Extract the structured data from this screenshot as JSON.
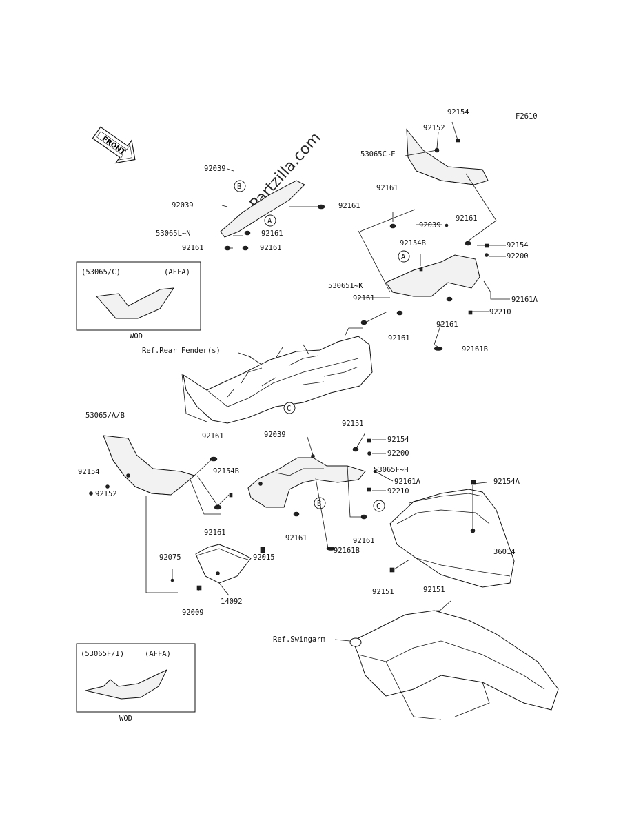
{
  "figure_code": "F2610",
  "watermark": "Partzilla.com",
  "front_arrow": "FRONT",
  "insets": [
    {
      "code": "(53065/C)",
      "variant": "(AFFA)",
      "caption": "WOD"
    },
    {
      "code": "(53065F/I)",
      "variant": "(AFFA)",
      "caption": "WOD"
    }
  ],
  "refs": {
    "rear_fender": "Ref.Rear Fender(s)",
    "swingarm": "Ref.Swingarm"
  },
  "callouts": {
    "A": "A",
    "B": "B",
    "C": "C"
  },
  "labels": {
    "l92154_top": "92154",
    "l92152_top": "92152",
    "l53065CE": "53065C~E",
    "l92039_a": "92039",
    "l92039_b": "92039",
    "l92161_a": "92161",
    "l53065LN": "53065L~N",
    "l92161_b": "92161",
    "l92161_c": "92161",
    "l92161_d": "92161",
    "l92161_e": "92161",
    "l92039_c": "92039",
    "l92161_f": "92161",
    "l92154B_a": "92154B",
    "l92154_r": "92154",
    "l92200_r": "92200",
    "l53065IK": "53065I~K",
    "l92161_g": "92161",
    "l92161A_r": "92161A",
    "l92210_r": "92210",
    "l92161_h": "92161",
    "l92161_i": "92161",
    "l92161B_r": "92161B",
    "l53065AB": "53065/A/B",
    "l92161_j": "92161",
    "l92039_d": "92039",
    "l92151_a": "92151",
    "l92154_m": "92154",
    "l92200_m": "92200",
    "l92154_l": "92154",
    "l92154B_b": "92154B",
    "l53065FH": "53065F~H",
    "l92161A_m": "92161A",
    "l92210_m": "92210",
    "l92152_l": "92152",
    "l92154A": "92154A",
    "l92161_k": "92161",
    "l92161_l": "92161",
    "l92161_m": "92161",
    "l92161B_m": "92161B",
    "l36014": "36014",
    "l92075": "92075",
    "l92015": "92015",
    "l92151_b": "92151",
    "l92151_c": "92151",
    "l92009": "92009",
    "l14092": "14092"
  }
}
